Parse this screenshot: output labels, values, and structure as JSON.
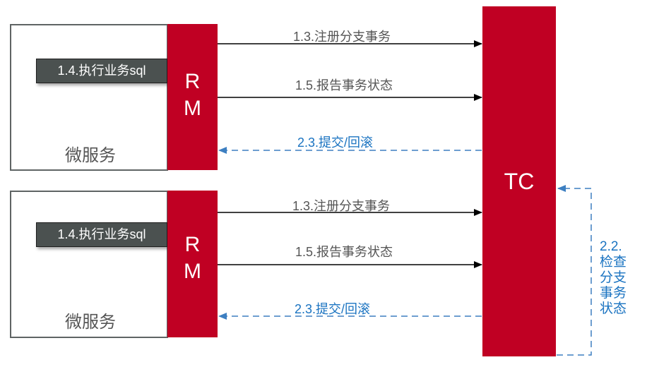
{
  "colors": {
    "component_red": "#c00023",
    "arrow_black": "#000000",
    "dashed_blue": "#3d7fc1",
    "label_blue": "#1a73c1",
    "label_gray": "#555555",
    "sql_box_bg": "#4b5150"
  },
  "tc": {
    "label": "TC"
  },
  "microservices": [
    {
      "name_label": "微服务",
      "rm_label_line1": "R",
      "rm_label_line2": "M",
      "sql_label": "1.4.执行业务sql",
      "arrows": {
        "register": "1.3.注册分支事务",
        "report": "1.5.报告事务状态",
        "commit_rollback": "2.3.提交/回滚"
      }
    },
    {
      "name_label": "微服务",
      "rm_label_line1": "R",
      "rm_label_line2": "M",
      "sql_label": "1.4.执行业务sql",
      "arrows": {
        "register": "1.3.注册分支事务",
        "report": "1.5.报告事务状态",
        "commit_rollback": "2.3.提交/回滚"
      }
    }
  ],
  "tc_self_check": {
    "lines": [
      "2.2.",
      "检查",
      "分支",
      "事务",
      "状态"
    ]
  }
}
